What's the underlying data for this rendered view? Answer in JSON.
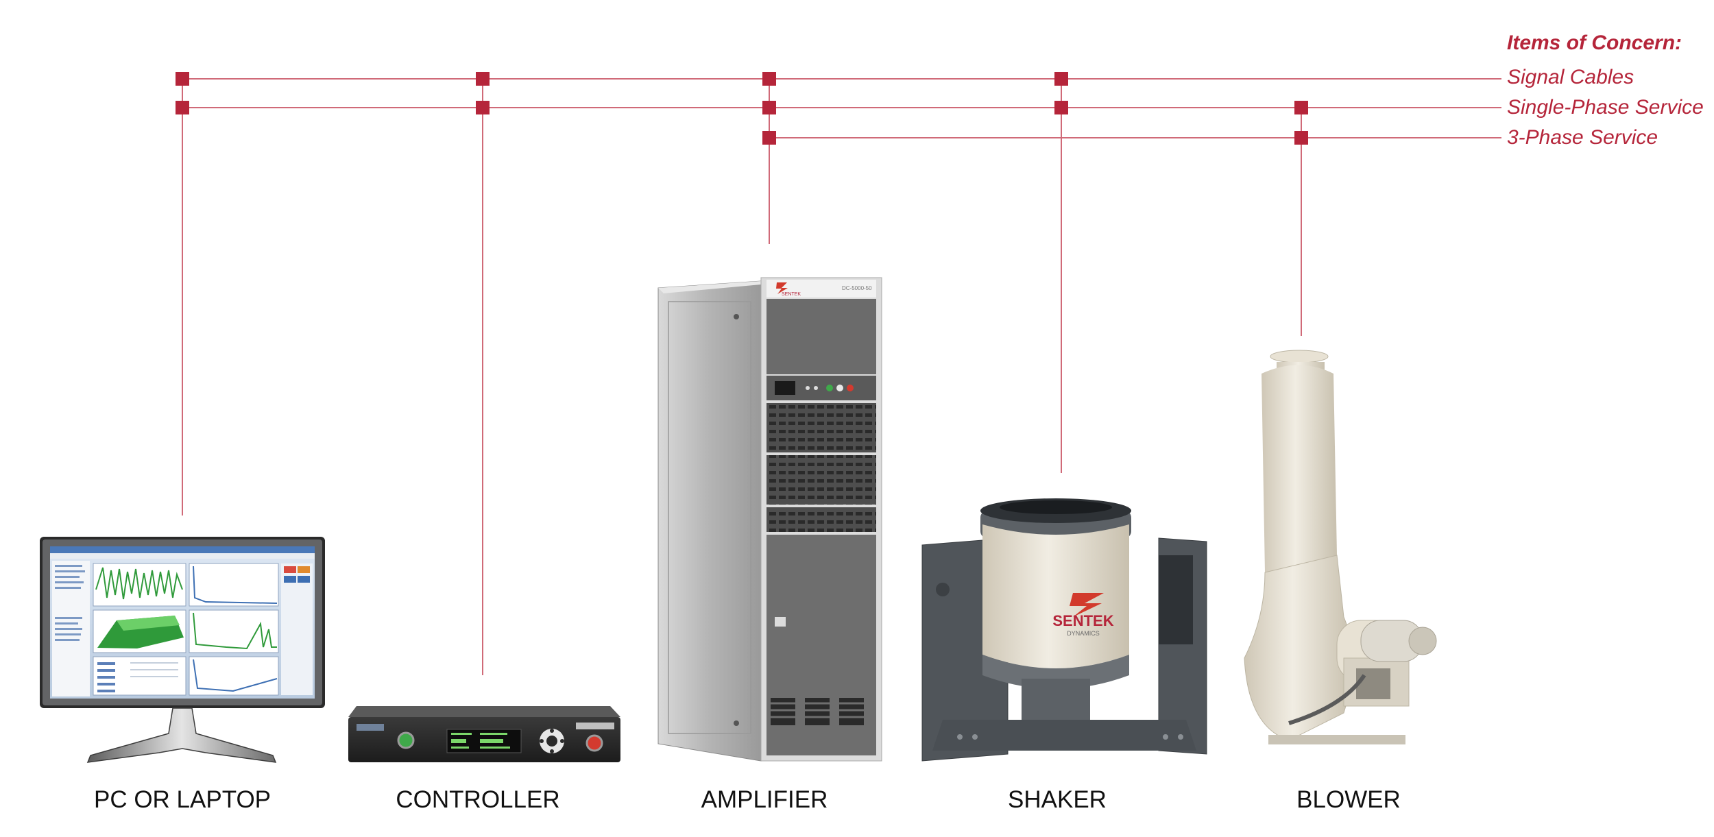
{
  "colors": {
    "accent": "#b5253a",
    "line": "#d06a78",
    "text": "#111111"
  },
  "legend": {
    "heading": "Items of Concern:",
    "items": [
      {
        "id": "signal",
        "label": "Signal Cables"
      },
      {
        "id": "single",
        "label": "Single-Phase Service"
      },
      {
        "id": "three",
        "label": "3-Phase Service"
      }
    ]
  },
  "devices": [
    {
      "id": "pc",
      "label": "PC OR LAPTOP",
      "icon": "monitor-icon",
      "connections": [
        "signal",
        "single"
      ]
    },
    {
      "id": "controller",
      "label": "CONTROLLER",
      "icon": "controller-unit-icon",
      "connections": [
        "signal",
        "single"
      ]
    },
    {
      "id": "amplifier",
      "label": "AMPLIFIER",
      "icon": "amplifier-cabinet-icon",
      "connections": [
        "signal",
        "single",
        "three"
      ]
    },
    {
      "id": "shaker",
      "label": "SHAKER",
      "icon": "shaker-icon",
      "connections": [
        "signal",
        "single"
      ]
    },
    {
      "id": "blower",
      "label": "BLOWER",
      "icon": "blower-icon",
      "connections": [
        "single",
        "three"
      ]
    }
  ],
  "product_marks": {
    "cabinet_brand": "SENTEK",
    "cabinet_model": "DC-5000-50",
    "shaker_brand": "SENTEK",
    "shaker_sub": "DYNAMICS"
  }
}
